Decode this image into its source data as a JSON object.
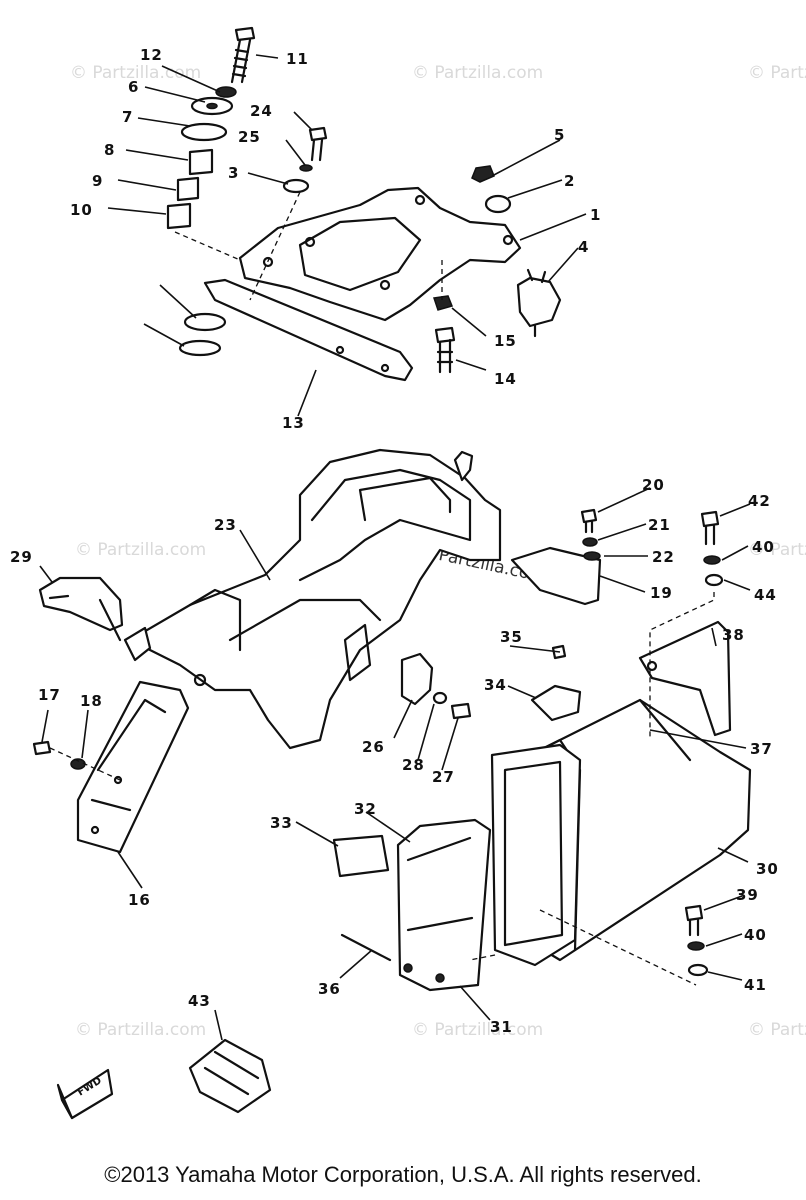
{
  "diagram": {
    "callouts": [
      "1",
      "2",
      "3",
      "4",
      "5",
      "6",
      "7",
      "8",
      "9",
      "10",
      "11",
      "12",
      "13",
      "14",
      "15",
      "16",
      "17",
      "18",
      "19",
      "20",
      "21",
      "22",
      "23",
      "24",
      "25",
      "26",
      "27",
      "28",
      "29",
      "30",
      "31",
      "32",
      "33",
      "34",
      "35",
      "36",
      "37",
      "38",
      "39",
      "40",
      "41",
      "42",
      "43",
      "44"
    ],
    "watermark": "© Partzilla.com",
    "direction_marker": "FWD"
  },
  "footer": {
    "copyright": "©2013  Yamaha Motor Corporation, U.S.A. All rights reserved."
  }
}
